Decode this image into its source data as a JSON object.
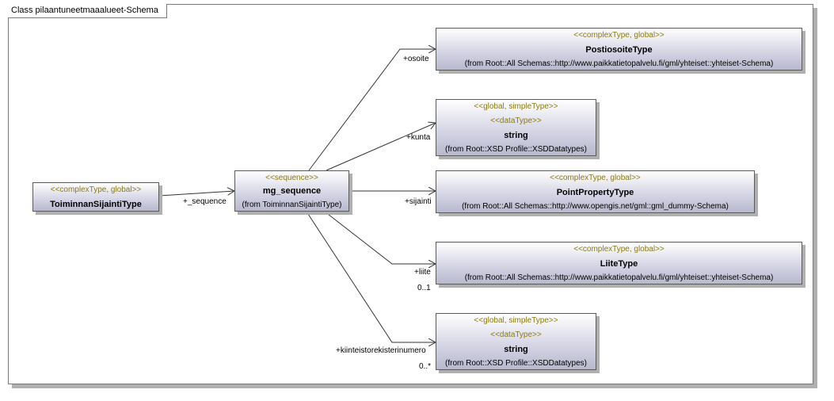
{
  "diagram": {
    "title": "Class pilaantuneetmaaalueet-Schema"
  },
  "classes": {
    "toiminnan": {
      "stereotype": "<<complexType, global>>",
      "name": "ToiminnanSijaintiType"
    },
    "mg_sequence": {
      "stereotype": "<<sequence>>",
      "name": "mg_sequence",
      "from": "(from ToiminnanSijaintiType)"
    },
    "postiosoite": {
      "stereotype": "<<complexType, global>>",
      "name": "PostiosoiteType",
      "from": "(from Root::All Schemas::http://www.paikkatietopalvelu.fi/gml/yhteiset::yhteiset-Schema)"
    },
    "string1": {
      "stereotype": "<<global, simpleType>>",
      "stereotype2": "<<dataType>>",
      "name": "string",
      "from": "(from Root::XSD Profile::XSDDatatypes)"
    },
    "point": {
      "stereotype": "<<complexType, global>>",
      "name": "PointPropertyType",
      "from": "(from Root::All Schemas::http://www.opengis.net/gml::gml_dummy-Schema)"
    },
    "liite": {
      "stereotype": "<<complexType, global>>",
      "name": "LiiteType",
      "from": "(from Root::All Schemas::http://www.paikkatietopalvelu.fi/gml/yhteiset::yhteiset-Schema)"
    },
    "string2": {
      "stereotype": "<<global, simpleType>>",
      "stereotype2": "<<dataType>>",
      "name": "string",
      "from": "(from Root::XSD Profile::XSDDatatypes)"
    }
  },
  "roles": {
    "sequence": "+_sequence",
    "osoite": "+osoite",
    "kunta": "+kunta",
    "sijainti": "+sijainti",
    "liite": "+liite",
    "liite_mult": "0..1",
    "kiinteisto": "+kiinteistorekisterinumero",
    "kiinteisto_mult": "0..*"
  },
  "colors": {
    "stereotype": "#8a7a10",
    "border": "#5a5a5a",
    "edge": "#333333"
  }
}
